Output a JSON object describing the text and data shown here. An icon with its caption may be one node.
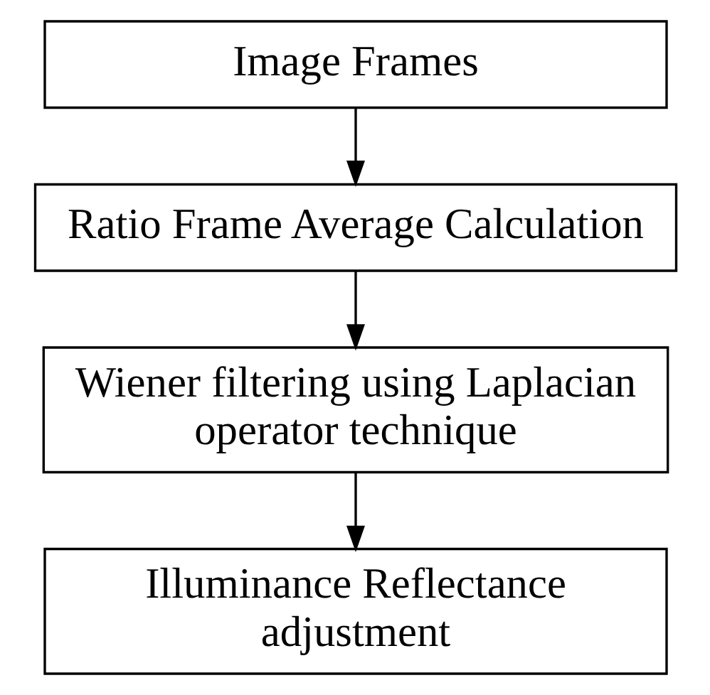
{
  "diagram": {
    "nodes": [
      {
        "text": [
          "Image Frames"
        ]
      },
      {
        "text": [
          "Ratio Frame Average Calculation"
        ]
      },
      {
        "text": [
          "Wiener filtering using Laplacian operator technique"
        ]
      },
      {
        "text": [
          "Illuminance Reflectance adjustment"
        ]
      }
    ],
    "edges": [
      {
        "from": 0,
        "to": 1,
        "arrow": "to"
      },
      {
        "from": 1,
        "to": 2,
        "arrow": "to"
      },
      {
        "from": 2,
        "to": 3,
        "arrow": "to"
      }
    ]
  }
}
